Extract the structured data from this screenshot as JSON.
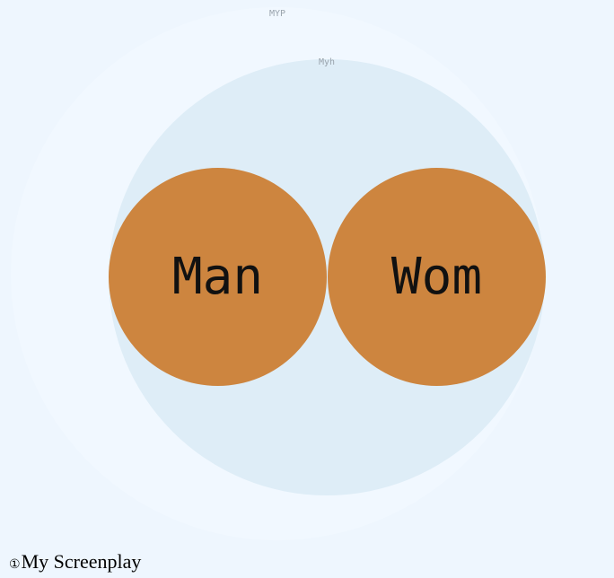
{
  "diagram": {
    "outer": {
      "label": "MYP",
      "color": "#f1f8ff"
    },
    "inner": {
      "label": "Myh",
      "color": "#deedf7"
    },
    "nodes": [
      {
        "label": "Man",
        "color": "#cd853f"
      },
      {
        "label": "Wom",
        "color": "#cd853f"
      }
    ]
  },
  "footer": {
    "icon": "①",
    "icon_name": "circled-one-icon",
    "title": "My Screenplay"
  }
}
